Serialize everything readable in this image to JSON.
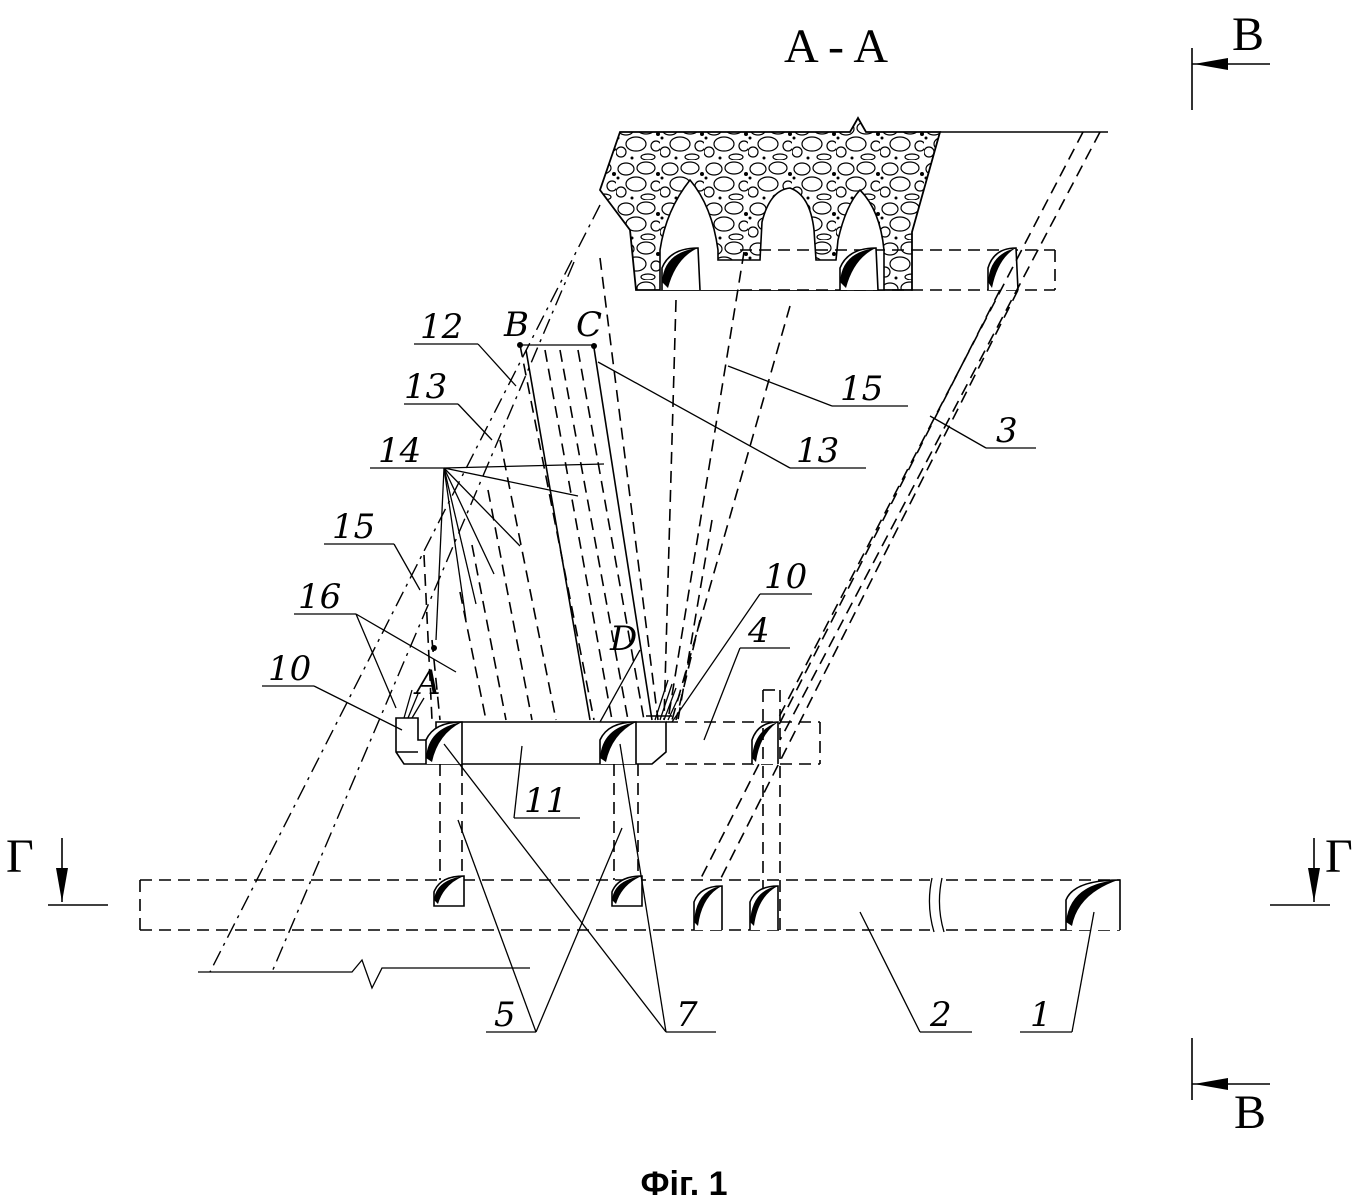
{
  "title": "A - A",
  "caption": "Фіг. 1",
  "section_marks": {
    "top": "B",
    "bottom": "B",
    "left": "Г",
    "right": "Г"
  },
  "points": {
    "a": "A",
    "b": "B",
    "c": "C",
    "d": "D"
  },
  "labels": {
    "l1": "1",
    "l2": "2",
    "l3": "3",
    "l4": "4",
    "l5": "5",
    "l7": "7",
    "l10a": "10",
    "l10b": "10",
    "l11": "11",
    "l12": "12",
    "l13a": "13",
    "l13b": "13",
    "l14": "14",
    "l15a": "15",
    "l15b": "15",
    "l16": "16"
  }
}
